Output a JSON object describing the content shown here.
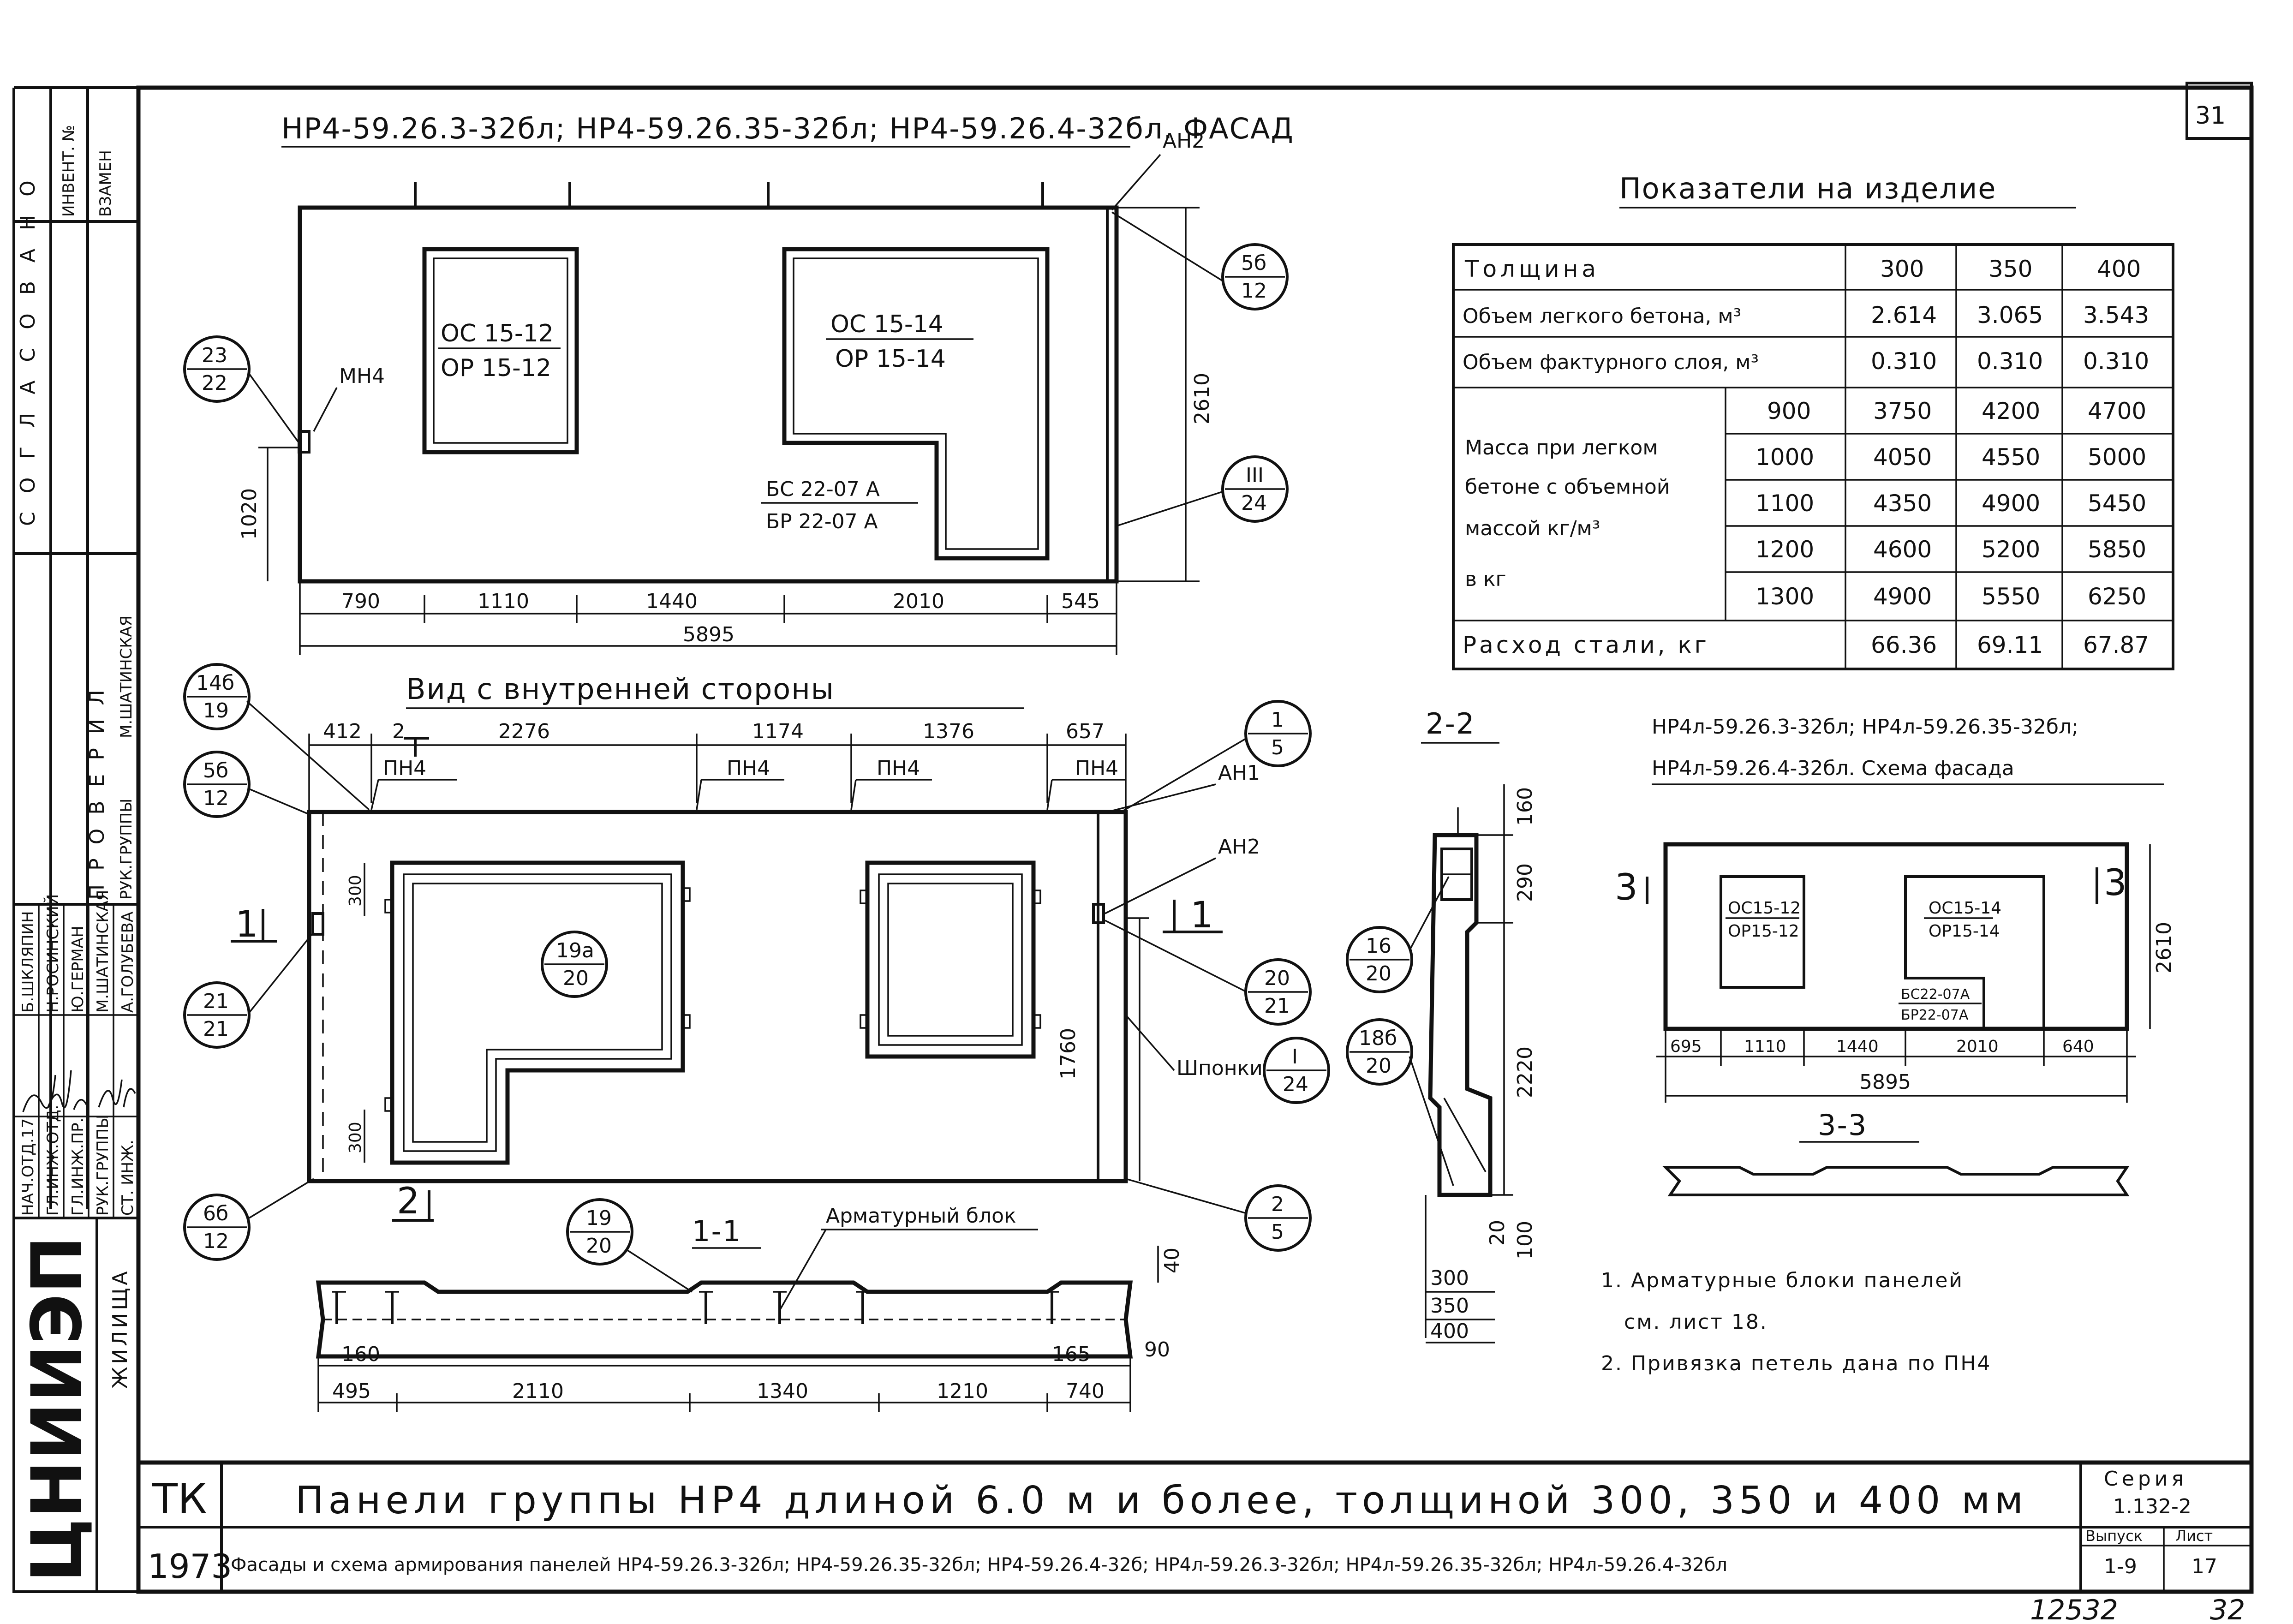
{
  "sheet": {
    "page_number": "31",
    "archive_number": "12532",
    "sheet_corner": "32"
  },
  "top_facade": {
    "title": "НР4-59.26.3-32бл; НР4-59.26.35-32бл; НР4-59.26.4-32бл. ФАСАД",
    "window1_line1": "ОС 15-12",
    "window1_line2": "ОР 15-12",
    "window2_line1": "ОС 15-14",
    "window2_line2": "ОР 15-14",
    "door_line1": "БС 22-07 А",
    "door_line2": "БР 22-07 А",
    "mnch": "МН4",
    "an2": "АН2",
    "callout_23": "23",
    "callout_22": "22",
    "callout_5b": "5б",
    "callout_12": "12",
    "callout_III": "III",
    "callout_24": "24",
    "dim_height": "2610",
    "dim_1020": "1020",
    "dims": [
      "790",
      "1110",
      "1440",
      "2010",
      "545"
    ],
    "dim_total": "5895"
  },
  "indicators": {
    "title": "Показатели на изделие",
    "thickness_label": "Толщина",
    "thickness_values": [
      "300",
      "350",
      "400"
    ],
    "light_volume_label": "Объем легкого бетона, м³",
    "light_volume_values": [
      "2.614",
      "3.065",
      "3.543"
    ],
    "texture_volume_label": "Объем фактурного слоя, м³",
    "texture_volume_values": [
      "0.310",
      "0.310",
      "0.310"
    ],
    "mass_label": [
      "Масса при легком",
      "бетоне с объемной",
      "массой кг/м³",
      "в кг"
    ],
    "mass_rows": [
      {
        "density": "900",
        "values": [
          "3750",
          "4200",
          "4700"
        ]
      },
      {
        "density": "1000",
        "values": [
          "4050",
          "4550",
          "5000"
        ]
      },
      {
        "density": "1100",
        "values": [
          "4350",
          "4900",
          "5450"
        ]
      },
      {
        "density": "1200",
        "values": [
          "4600",
          "5200",
          "5850"
        ]
      },
      {
        "density": "1300",
        "values": [
          "4900",
          "5550",
          "6250"
        ]
      }
    ],
    "steel_label": "Расход стали, кг",
    "steel_values": [
      "66.36",
      "69.11",
      "67.87"
    ]
  },
  "inner_view": {
    "title": "Вид с внутренней стороны",
    "dims_top": [
      "412",
      "2276",
      "1174",
      "1376",
      "657"
    ],
    "dim_2": "2",
    "pnch": "ПН4",
    "an1": "АН1",
    "an2": "АН2",
    "callout_14b": "14б",
    "callout_19": "19",
    "callout_5b": "5б",
    "callout_12": "12",
    "callout_1": "1",
    "callout_5": "5",
    "callout_19a": "19а",
    "callout_20": "20",
    "callout_21a": "21",
    "callout_21b": "21",
    "callout_20b": "20",
    "callout_21c": "21",
    "callout_6b": "6б",
    "callout_12b": "12",
    "callout_2": "2",
    "callout_5c": "5",
    "shponki": "Шпонки",
    "callout_I": "I",
    "callout_24": "24",
    "dim_300a": "300",
    "dim_300b": "300",
    "dim_1760": "1760",
    "section_mark_1": "1",
    "section_mark_2": "2"
  },
  "section_11": {
    "title": "1-1",
    "arm_block": "Арматурный блок",
    "callout_19": "19",
    "callout_20": "20",
    "dim_40": "40",
    "dim_160": "160",
    "dim_165": "165",
    "dim_90": "90",
    "dims_bottom": [
      "495",
      "2110",
      "1340",
      "1210",
      "740"
    ]
  },
  "section_22": {
    "title": "2-2",
    "dims_vert": [
      "160",
      "290",
      "2220",
      "20",
      "100"
    ],
    "callout_16": "16",
    "callout_20a": "20",
    "callout_18b": "18б",
    "callout_20b": "20",
    "thickness": [
      "300",
      "350",
      "400"
    ]
  },
  "facade_scheme": {
    "title_line1": "НР4л-59.26.3-32бл; НР4л-59.26.35-32бл;",
    "title_line2": "НР4л-59.26.4-32бл. Схема фасада",
    "window1_line1": "ОС15-12",
    "window1_line2": "ОР15-12",
    "window2_line1": "ОС15-14",
    "window2_line2": "ОР15-14",
    "door_line1": "БС22-07А",
    "door_line2": "БР22-07А",
    "section_mark": "3",
    "dim_height": "2610",
    "dims": [
      "695",
      "1110",
      "1440",
      "2010",
      "640"
    ],
    "dim_total": "5895",
    "section_33": "3-3"
  },
  "notes": {
    "note1_line1": "1. Арматурные блоки панелей",
    "note1_line2": "см. лист 18.",
    "note2": "2. Привязка петель дана по ПН4"
  },
  "title_block": {
    "org": "ЦНИИЭП",
    "org_sub": "ЖИЛИЩА",
    "code": "ТК",
    "year": "1973",
    "main_title": "Панели группы НР4 длиной 6.0 м и более, толщиной  300, 350 и 400 мм",
    "subtitle": "Фасады и схема армирования панелей НР4-59.26.3-32бл; НР4-59.26.35-32бл; НР4-59.26.4-32б; НР4л-59.26.3-32бл; НР4л-59.26.35-32бл; НР4л-59.26.4-32бл",
    "series_label": "Серия",
    "series_value": "1.132-2",
    "issue_label": "Выпуск",
    "issue_value": "1-9",
    "sheet_label": "Лист",
    "sheet_value": "17"
  },
  "signatures": {
    "roles": [
      "НАЧ.ОТД.17",
      "ГЛ.ИНЖ.ОТД.",
      "ГЛ.ИНЖ.ПР.",
      "РУК.ГРУППЫ",
      "СТ. ИНЖ."
    ],
    "names": [
      "Б.ШКЛЯПИН",
      "Н.РОСИНСКИЙ",
      "Ю.ГЕРМАН",
      "М.ШАТИНСКАЯ",
      "А.ГОЛУБЕВА"
    ],
    "checked_header": "ПРОВЕРИЛ",
    "checked_role": "РУК.ГРУППЫ",
    "checked_name": "М.ШАТИНСКАЯ",
    "approval_header": "СОГЛАСОВАНО",
    "inv_labels": [
      "ИНВЕНТ. №",
      "ВЗАМЕН"
    ]
  }
}
